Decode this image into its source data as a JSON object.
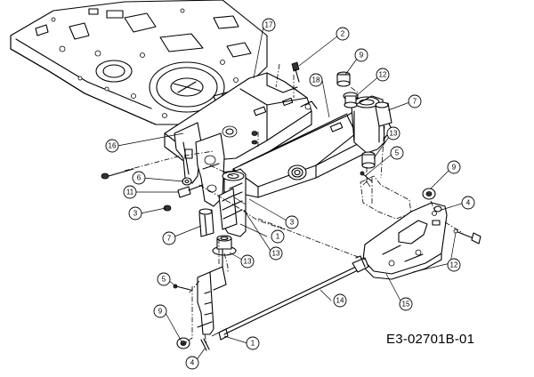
{
  "drawing_code": "E3-02701B-01",
  "callouts": [
    {
      "id": "c17",
      "label": "17"
    },
    {
      "id": "c2",
      "label": "2"
    },
    {
      "id": "c9a",
      "label": "9"
    },
    {
      "id": "c12a",
      "label": "12"
    },
    {
      "id": "c18",
      "label": "18"
    },
    {
      "id": "c7a",
      "label": "7"
    },
    {
      "id": "c16",
      "label": "16"
    },
    {
      "id": "c13a",
      "label": "13"
    },
    {
      "id": "c5a",
      "label": "5"
    },
    {
      "id": "c9b",
      "label": "9"
    },
    {
      "id": "c6",
      "label": "6"
    },
    {
      "id": "c11",
      "label": "11"
    },
    {
      "id": "c4a",
      "label": "4"
    },
    {
      "id": "c3a",
      "label": "3"
    },
    {
      "id": "c3b",
      "label": "3"
    },
    {
      "id": "c7b",
      "label": "7"
    },
    {
      "id": "c1a",
      "label": "1"
    },
    {
      "id": "c13b",
      "label": "13"
    },
    {
      "id": "c13c",
      "label": "13"
    },
    {
      "id": "c12b",
      "label": "12"
    },
    {
      "id": "c5b",
      "label": "5"
    },
    {
      "id": "c14",
      "label": "14"
    },
    {
      "id": "c15",
      "label": "15"
    },
    {
      "id": "c9c",
      "label": "9"
    },
    {
      "id": "c1b",
      "label": "1"
    },
    {
      "id": "c4b",
      "label": "4"
    }
  ]
}
